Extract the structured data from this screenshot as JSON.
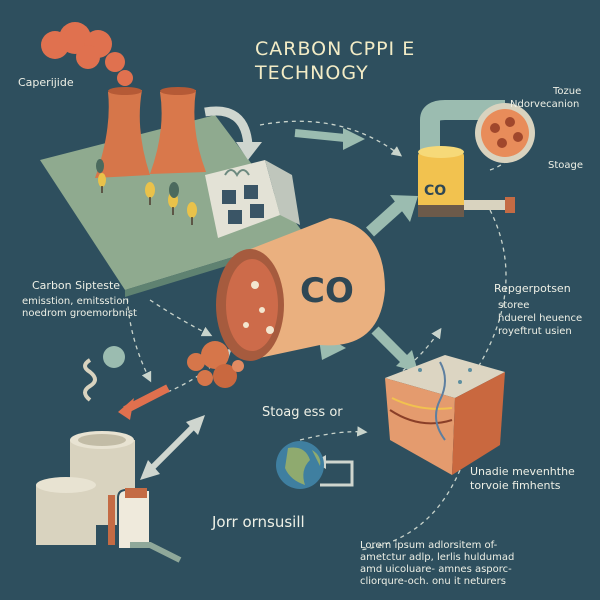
{
  "title": {
    "line1": "CARBON CPPI E",
    "line2": "TECHNOGY"
  },
  "labels": {
    "capture": "Caperijide",
    "top_right_1": "Tozue",
    "top_right_2": "Ndorvecanion",
    "storage_right": "Stoage",
    "carbon_title": "Carbon Siptestе",
    "carbon_line1": "emisstion, emitsstion",
    "carbon_line2": "noedrom groemorbnist",
    "right_title": "Repgerpotsen",
    "right_line1": "storee",
    "right_line2": "hduerel heuence",
    "right_line3": "royeftrut usien",
    "storage_center": "Stoag ess or",
    "bottom_left": "Jorr ornsusill",
    "geo_title": "Unadie mevenhthe",
    "geo_line": "torvoie fimhents",
    "lorem_1": "Lorem ipsum adlorsitem of-",
    "lorem_2": "ametctur adlp, lerlis huldumad",
    "lorem_3": "amd uicoluare- amnes asporc-",
    "lorem_4": "cliorqure-och. onu it neturers"
  },
  "center_tank_text": "CO",
  "small_tank_text": "CO",
  "icons": [
    "smoke-cloud-icon",
    "cooling-tower-icon",
    "tree-icon",
    "facility-icon",
    "pipeline-icon",
    "molecule-icon",
    "globe-icon",
    "rock-layers-icon",
    "storage-tank-icon",
    "arrow-icon"
  ],
  "colors": {
    "background": "#2e4f5e",
    "tower": "#d6764a",
    "tank": "#eab07f",
    "smoke": "#e0704e",
    "cylinder": "#d9d3bf",
    "yellow": "#f2c24f",
    "arrow": "#9bbcb0"
  }
}
